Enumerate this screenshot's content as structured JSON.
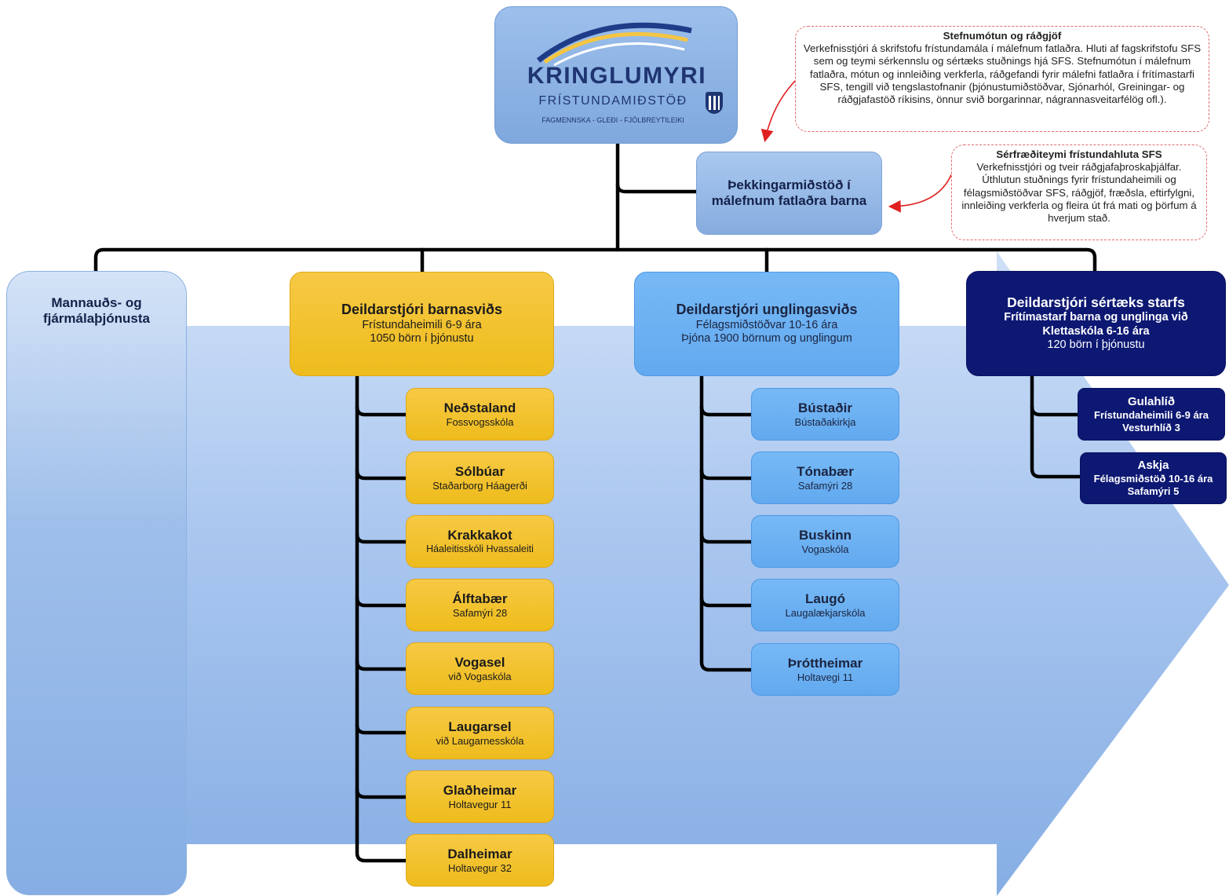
{
  "logo": {
    "name": "KRINGLUMYRI",
    "subtitle": "FRÍSTUNDAMIÐSTÖÐ",
    "tagline": "FAGMENNSKA - GLEÐI - FJÖLBREYTILEIKI"
  },
  "knowledge_center": {
    "line1": "Þekkingarmiðstöð í",
    "line2": "málefnum fatlaðra barna"
  },
  "notes": {
    "policy": {
      "title": "Stefnumótun og ráðgjöf",
      "text": "Verkefnisstjóri á skrifstofu frístundamála í málefnum fatlaðra. Hluti af fagskrifstofu SFS sem og teymi sérkennslu og sértæks stuðnings hjá SFS. Stefnumótun í málefnum fatlaðra, mótun og innleiðing verkferla, ráðgefandi fyrir málefni fatlaðra í frítímastarfi SFS, tengill við tengslastofnanir (þjónustumiðstöðvar, Sjónarhól, Greiningar- og ráðgjafastöð ríkisins, önnur svið borgarinnar, nágrannasveitarfélög ofl.)."
    },
    "expert": {
      "title": "Sérfræðiteymi frístundahluta SFS",
      "text": "Verkefnisstjóri og tveir ráðgjafaþroskaþjálfar. Úthlutun stuðnings fyrir frístundaheimili og félagsmiðstöðvar  SFS, ráðgjöf, fræðsla, eftirfylgni, innleiðing verkferla og fleira út frá mati og þörfum á hverjum stað."
    }
  },
  "hr": {
    "line1": "Mannauðs- og",
    "line2": "fjármálaþjónusta"
  },
  "children_dept": {
    "title": "Deildarstjóri barnasviðs",
    "line1": "Frístundaheimili 6-9 ára",
    "line2": "1050 börn í þjónustu",
    "units": [
      {
        "name": "Neðstaland",
        "sub": "Fossvogsskóla"
      },
      {
        "name": "Sólbúar",
        "sub": "Staðarborg Háagerði"
      },
      {
        "name": "Krakkakot",
        "sub": "Háaleitisskóli Hvassaleiti"
      },
      {
        "name": "Álftabær",
        "sub": "Safamýri 28"
      },
      {
        "name": "Vogasel",
        "sub": "við Vogaskóla"
      },
      {
        "name": "Laugarsel",
        "sub": "við Laugarnesskóla"
      },
      {
        "name": "Glaðheimar",
        "sub": "Holtavegur 11"
      },
      {
        "name": "Dalheimar",
        "sub": "Holtavegur 32"
      }
    ]
  },
  "youth_dept": {
    "title": "Deildarstjóri unglingasviðs",
    "line1": "Félagsmiðstöðvar 10-16 ára",
    "line2": "Þjóna 1900 börnum og unglingum",
    "units": [
      {
        "name": "Bústaðir",
        "sub": "Bústaðakirkja"
      },
      {
        "name": "Tónabær",
        "sub": "Safamýri 28"
      },
      {
        "name": "Buskinn",
        "sub": "Vogaskóla"
      },
      {
        "name": "Laugó",
        "sub": "Laugalækjarskóla"
      },
      {
        "name": "Þróttheimar",
        "sub": "Holtavegi 11"
      }
    ]
  },
  "special_dept": {
    "title": "Deildarstjóri sértæks starfs",
    "line1": "Frítímastarf barna og unglinga við",
    "line2": "Klettaskóla 6-16 ára",
    "line3": "120 börn í þjónustu",
    "units": [
      {
        "name": "Gulahlíð",
        "line1": "Frístundaheimili 6-9 ára",
        "line2": "Vesturhlíð 3"
      },
      {
        "name": "Askja",
        "line1": "Félagsmiðstöð 10-16 ára",
        "line2": "Safamýri 5"
      }
    ]
  },
  "colors": {
    "gold": "#f2c12e",
    "sky": "#6db3f2",
    "navy": "#0d1873",
    "arrow": "#a9c6ef",
    "connector": "#000000",
    "note_border": "#e46b6b"
  }
}
